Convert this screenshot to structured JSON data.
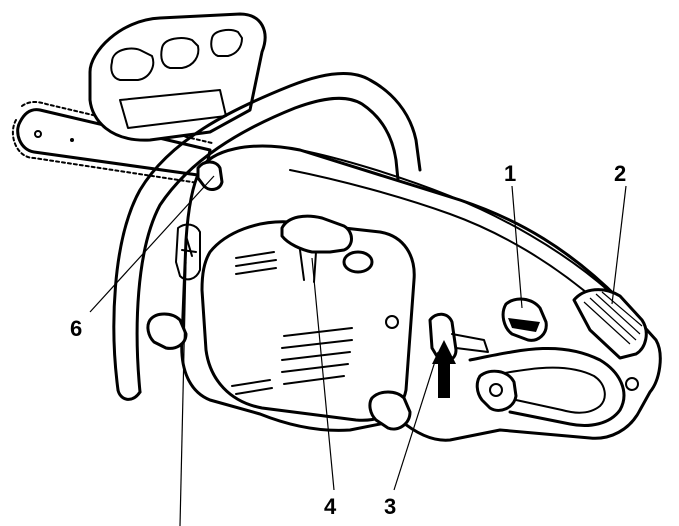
{
  "figure": {
    "callouts": [
      {
        "id": "1",
        "label": "1"
      },
      {
        "id": "2",
        "label": "2"
      },
      {
        "id": "3",
        "label": "3"
      },
      {
        "id": "4",
        "label": "4"
      },
      {
        "id": "6",
        "label": "6"
      }
    ],
    "colors": {
      "ink": "#000000",
      "paper": "#ffffff"
    }
  }
}
